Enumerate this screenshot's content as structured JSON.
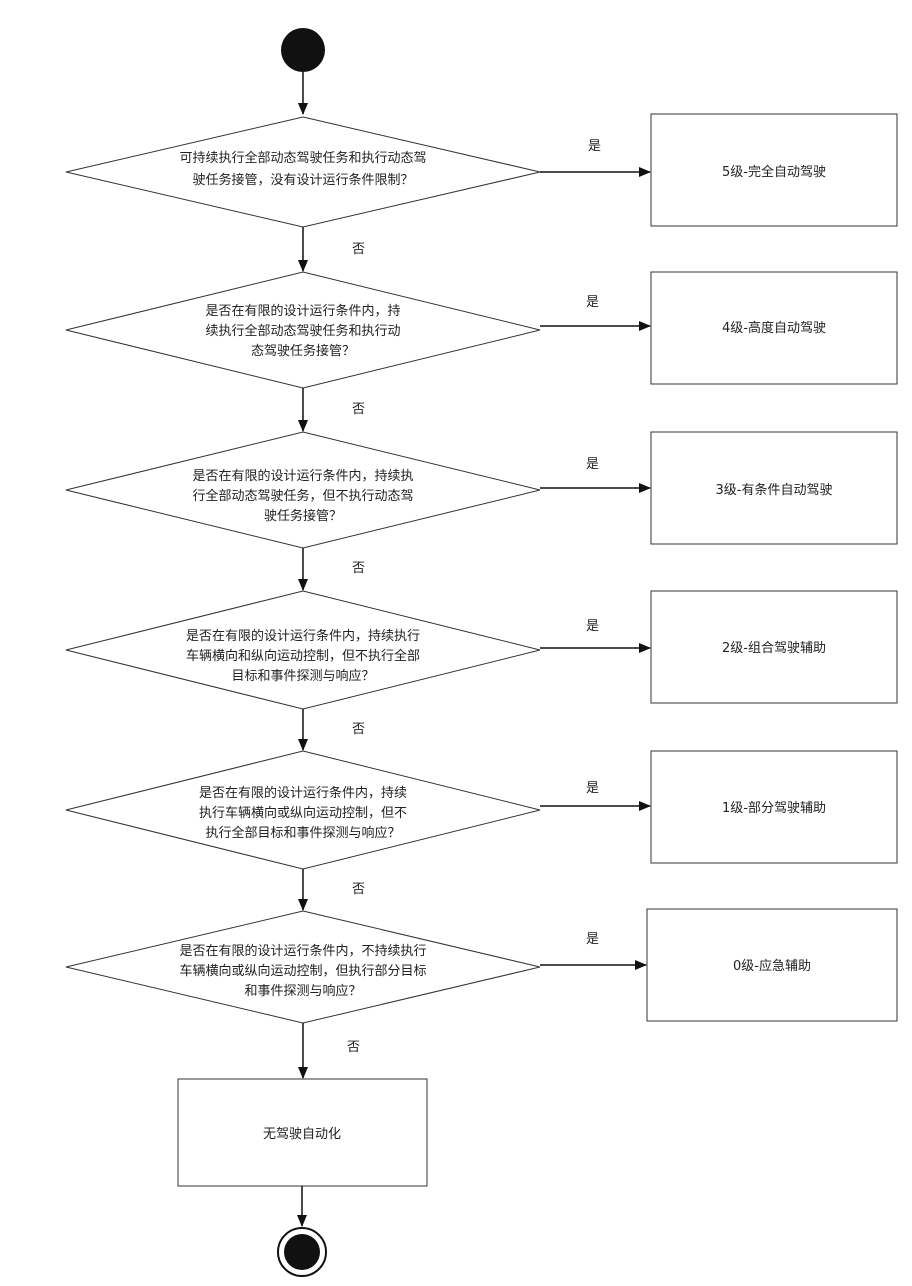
{
  "questions": [
    {
      "lines": [
        "可持续执行全部动态驾驶任务和执行动态驾",
        "驶任务接管，没有设计运行条件限制？"
      ]
    },
    {
      "lines": [
        "是否在有限的设计运行条件内，持",
        "续执行全部动态驾驶任务和执行动",
        "态驾驶任务接管？"
      ]
    },
    {
      "lines": [
        "是否在有限的设计运行条件内，持续执",
        "行全部动态驾驶任务，但不执行动态驾",
        "驶任务接管？"
      ]
    },
    {
      "lines": [
        "是否在有限的设计运行条件内，持续执行",
        "车辆横向和纵向运动控制，但不执行全部",
        "目标和事件探测与响应？"
      ]
    },
    {
      "lines": [
        "是否在有限的设计运行条件内，持续",
        "执行车辆横向或纵向运动控制，但不",
        "执行全部目标和事件探测与响应？"
      ]
    },
    {
      "lines": [
        "是否在有限的设计运行条件内，不持续执行",
        "车辆横向或纵向运动控制，但执行部分目标",
        "和事件探测与响应？"
      ]
    }
  ],
  "results": [
    "5级-完全自动驾驶",
    "4级-高度自动驾驶",
    "3级-有条件自动驾驶",
    "2级-组合驾驶辅助",
    "1级-部分驾驶辅助",
    "0级-应急辅助"
  ],
  "yes_label": "是",
  "no_label": "否",
  "final_box": "无驾驶自动化"
}
